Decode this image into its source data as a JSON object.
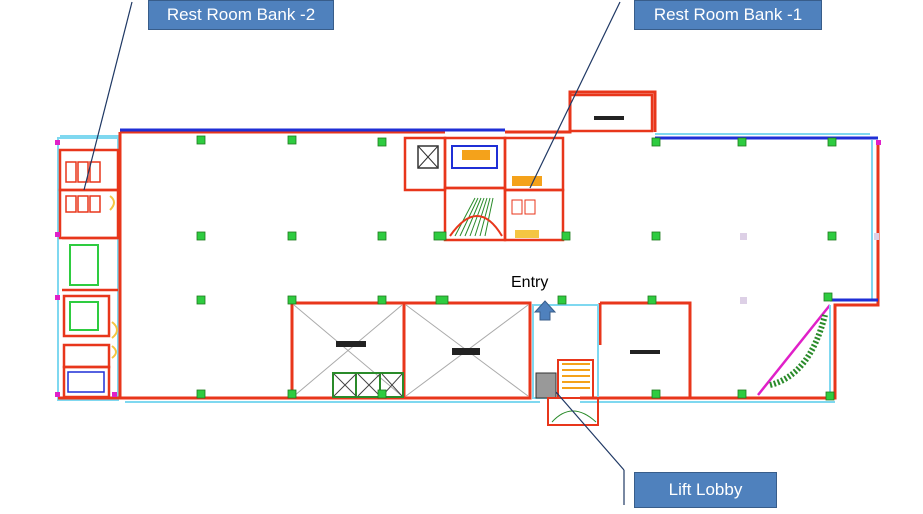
{
  "callouts": {
    "rest_room_bank_2": "Rest Room Bank -2",
    "rest_room_bank_1": "Rest Room Bank -1",
    "lift_lobby": "Lift Lobby"
  },
  "entry_label": "Entry",
  "colors": {
    "callout_fill": "#4f81bd",
    "callout_text": "#ffffff",
    "wall_red": "#e8361b",
    "wall_blue": "#1f2fd6",
    "glazing_cyan": "#7fd8f0",
    "column_green": "#2ecc40",
    "stair_magenta": "#e020c8",
    "entry_arrow": "#4f81bd"
  }
}
